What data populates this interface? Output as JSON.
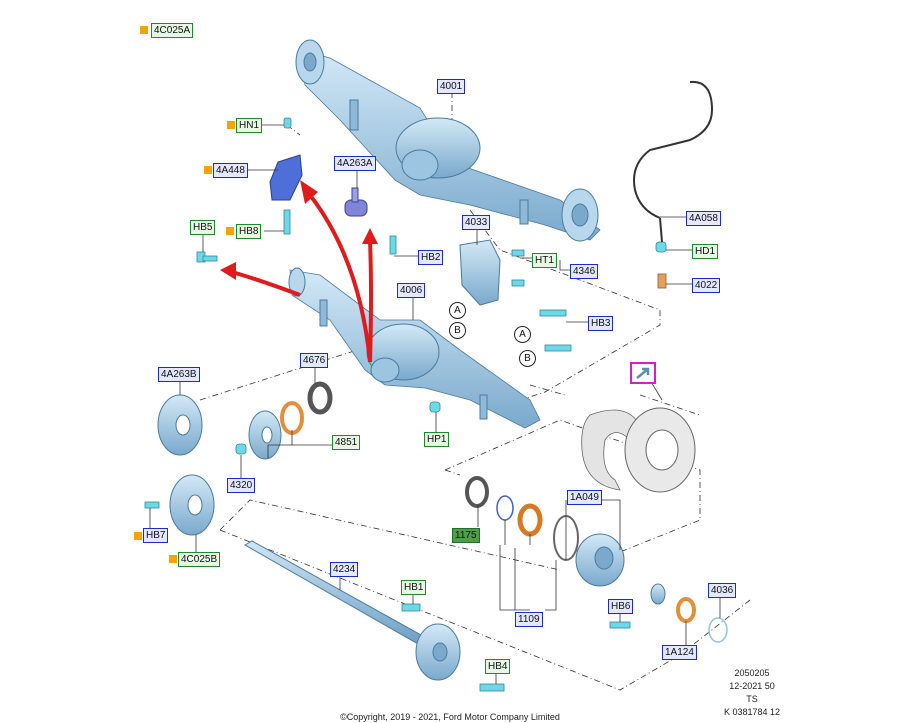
{
  "labels": {
    "p4C025A": "4C025A",
    "p4001": "4001",
    "pHN1": "HN1",
    "p4A448": "4A448",
    "p4A263A": "4A263A",
    "pHB8": "HB8",
    "pHB5": "HB5",
    "pHB2": "HB2",
    "p4033": "4033",
    "pHT1": "HT1",
    "p4346": "4346",
    "p4A058": "4A058",
    "pHD1": "HD1",
    "p4022": "4022",
    "p4006": "4006",
    "pHB3": "HB3",
    "p4676": "4676",
    "p4A263B": "4A263B",
    "p4851": "4851",
    "pHP1": "HP1",
    "p4320": "4320",
    "pHB7": "HB7",
    "p4C025B": "4C025B",
    "p1175": "1175",
    "p1A049": "1A049",
    "p4234": "4234",
    "pHB1": "HB1",
    "pHB6": "HB6",
    "p4036": "4036",
    "p1109": "1109",
    "p1A124": "1A124",
    "pHB4": "HB4"
  },
  "callouts": {
    "a1": "A",
    "b1": "B",
    "a2": "A",
    "b2": "B"
  },
  "footer": {
    "code": "2050205",
    "date": "12-2021 50",
    "ts": "TS",
    "ref": "K 0381784 12",
    "copyright": "©Copyright, 2019 - 2021, Ford Motor Company Limited"
  },
  "colors": {
    "part_blue": "#a9cfe8",
    "part_dark": "#5d8fb2",
    "arrow_red": "#e01b1b",
    "label_blue": "#1a2fbf",
    "label_green": "#1f8a2c",
    "orange_square": "#f2a400",
    "ring_orange": "#e38e3a",
    "magenta_box": "#d020c8"
  }
}
